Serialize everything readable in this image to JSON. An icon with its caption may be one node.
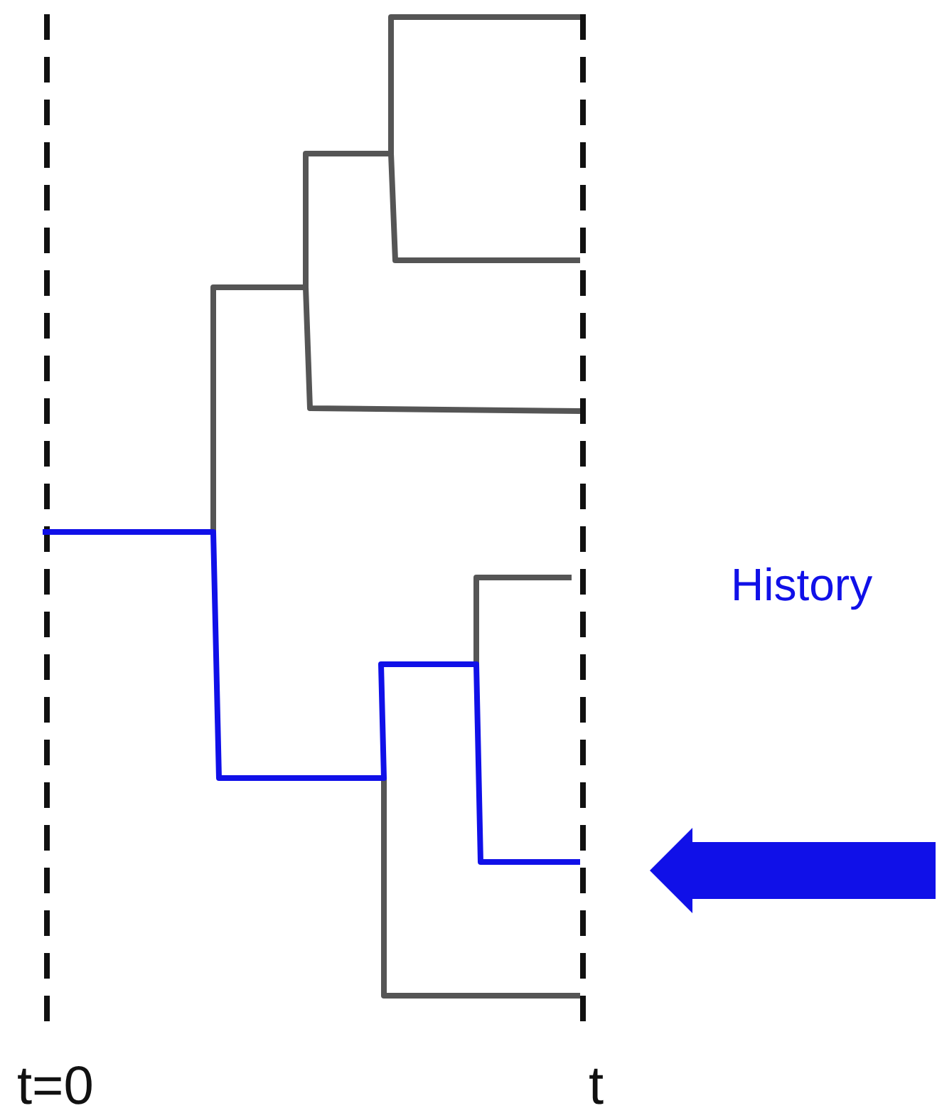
{
  "diagram": {
    "labels": [
      "History",
      "t=0",
      "t"
    ]
  }
}
